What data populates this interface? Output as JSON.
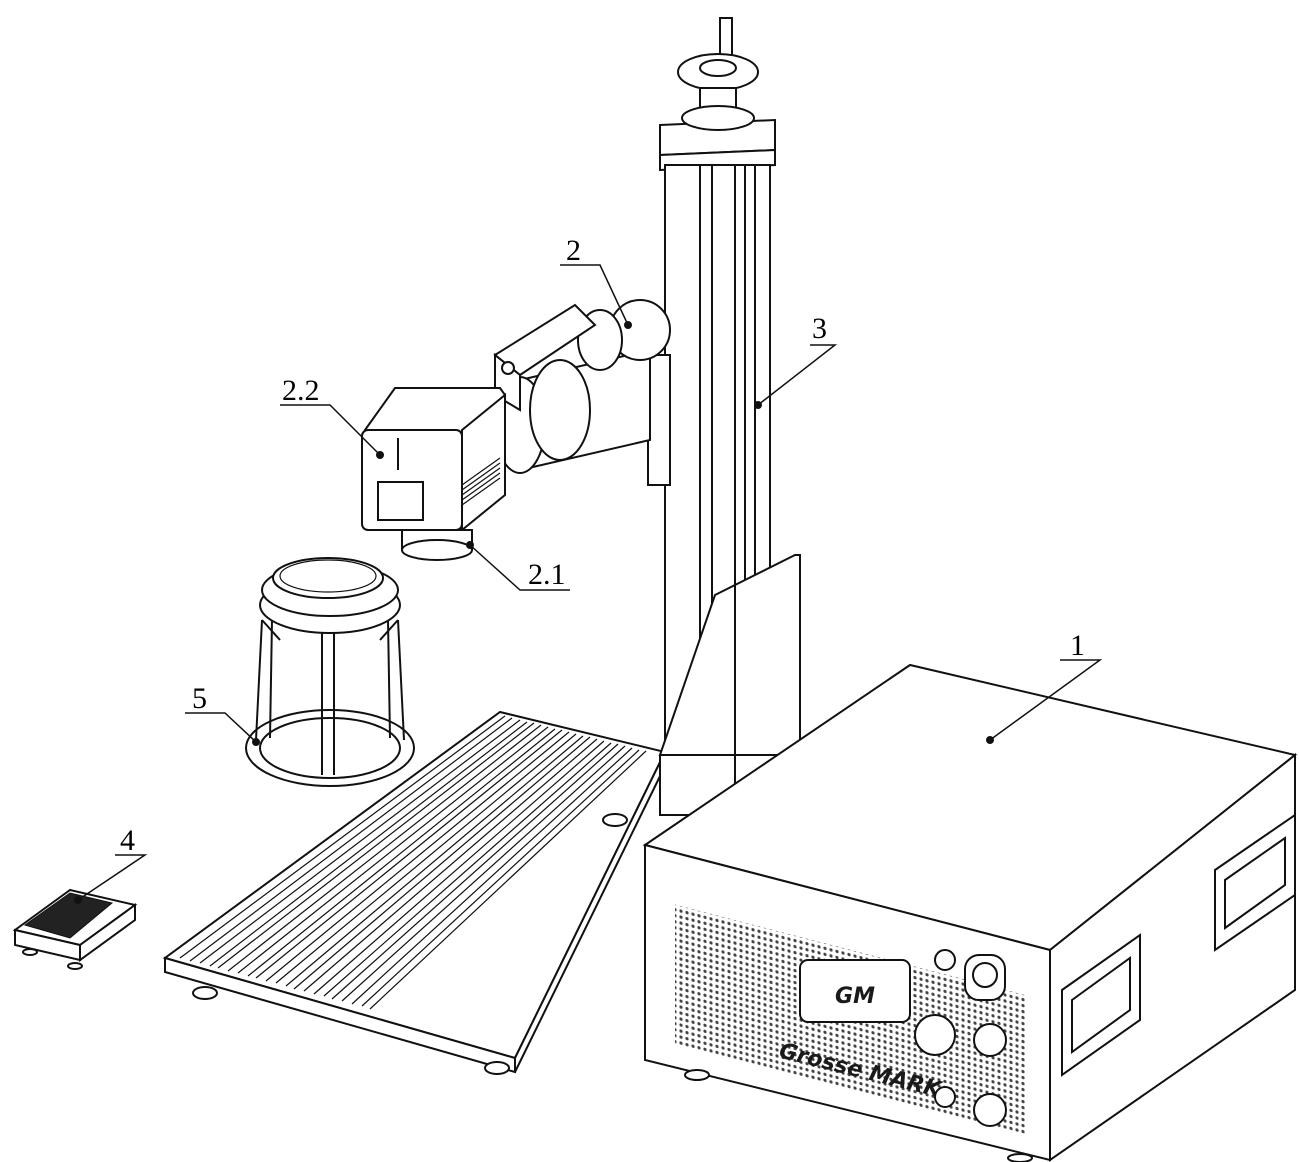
{
  "callouts": {
    "c1": "1",
    "c2": "2",
    "c2_1": "2.1",
    "c2_2": "2.2",
    "c3": "3",
    "c4": "4",
    "c5": "5"
  },
  "brand": {
    "name": "Grosse MARK",
    "logo_text": "GM"
  }
}
